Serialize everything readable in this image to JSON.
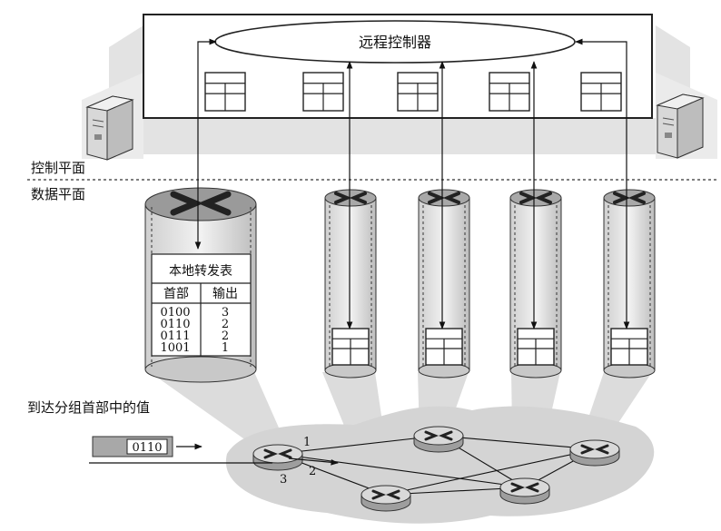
{
  "controller": {
    "title": "远程控制器"
  },
  "planes": {
    "control": "控制平面",
    "data": "数据平面"
  },
  "table": {
    "title": "本地转发表",
    "col_header": "首部",
    "col_output": "输出",
    "rows": [
      {
        "header": "0100",
        "output": "3"
      },
      {
        "header": "0110",
        "output": "2"
      },
      {
        "header": "0111",
        "output": "2"
      },
      {
        "header": "1001",
        "output": "1"
      }
    ]
  },
  "packet": {
    "caption": "到达分组首部中的值",
    "value": "0110"
  },
  "ports": {
    "p1": "1",
    "p2": "2",
    "p3": "3"
  },
  "icons": [
    "server-icon",
    "router-icon",
    "flow-table-icon",
    "packet-icon"
  ]
}
